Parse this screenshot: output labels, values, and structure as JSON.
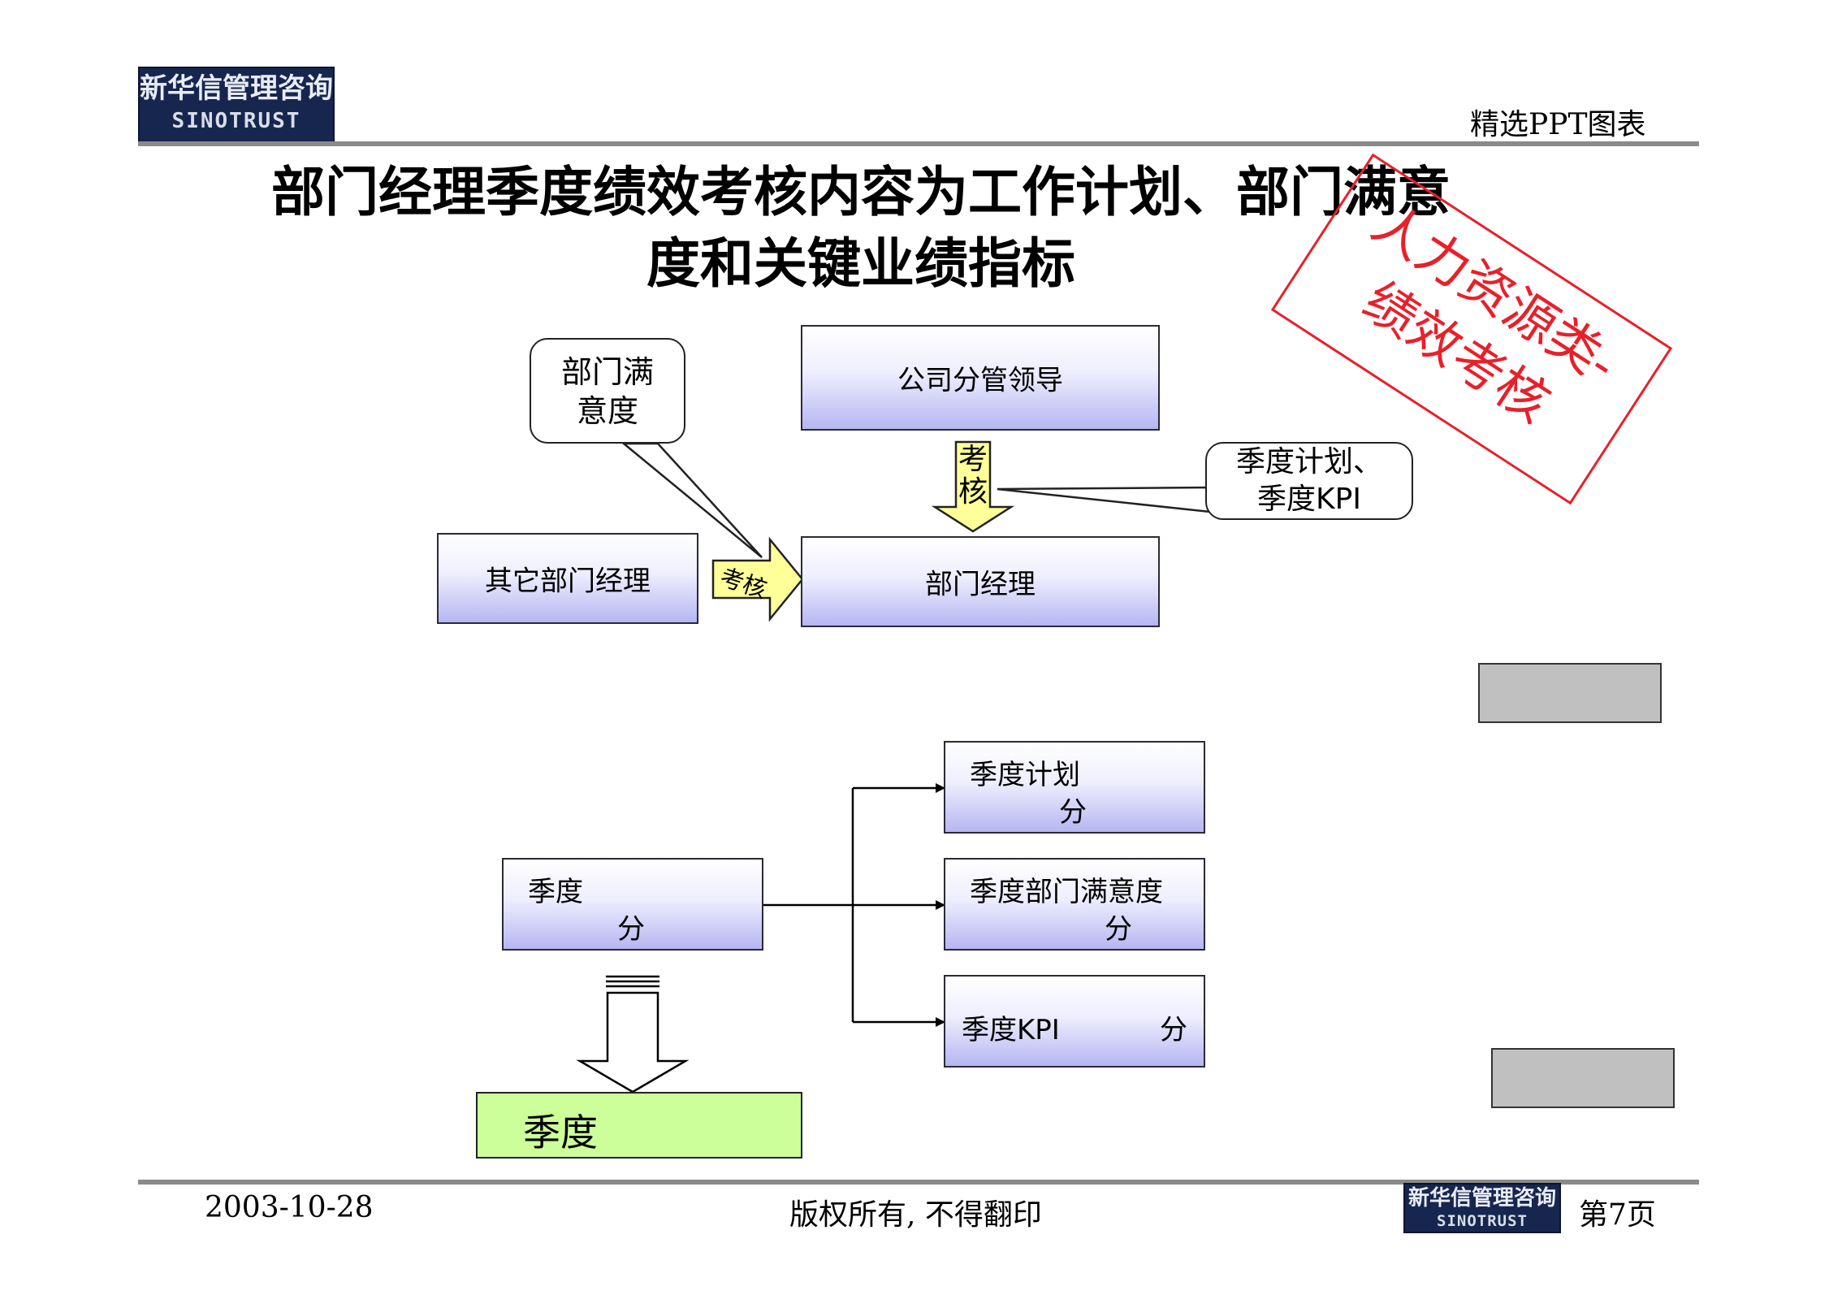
{
  "header": {
    "logo_cn": "新华信管理咨询",
    "logo_en": "SINOTRUST",
    "tag": "精选PPT图表"
  },
  "title": {
    "line1": "部门经理季度绩效考核内容为工作计划、部门满意",
    "line2": "度和关键业绩指标"
  },
  "stamp": {
    "line1": "人力资源类-",
    "line2": "绩效考核"
  },
  "diagram1": {
    "leader": "公司分管领导",
    "manager": "部门经理",
    "other_managers": "其它部门经理",
    "assess_vertical": [
      "考",
      "核"
    ],
    "assess_horizontal": "考核",
    "callout_satisfaction": [
      "部门满",
      "意度"
    ],
    "callout_plan_kpi": [
      "季度计划、",
      "季度KPI"
    ]
  },
  "diagram2": {
    "quarter_score": [
      "季度",
      "分"
    ],
    "plan_score": [
      "季度计划",
      "分"
    ],
    "satisfaction_score": [
      "季度部门满意度",
      "分"
    ],
    "kpi_score_label": "季度KPI",
    "kpi_score_unit": "分",
    "result": "季度"
  },
  "footer": {
    "date": "2003-10-28",
    "copyright": "版权所有, 不得翻印",
    "logo_cn": "新华信管理咨询",
    "logo_en": "SINOTRUST",
    "page": "第7页"
  },
  "colors": {
    "logo_bg": "#16264f",
    "box_gradient_bottom": "#b6b6f2",
    "arrow_yellow": "#ffff99",
    "result_green": "#ccff99",
    "stamp_red": "#e8202a",
    "rule_gray": "#8a8a8a"
  }
}
